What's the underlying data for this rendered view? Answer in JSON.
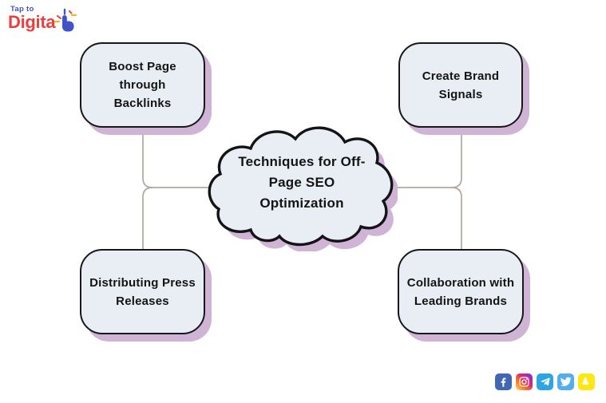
{
  "logo": {
    "tagline": "Tap to",
    "brand": "Digita",
    "icon": "tap-hand-icon",
    "tagline_color": "#4053c8",
    "brand_color": "#ec3f3b",
    "hand_color": "#4053c8",
    "spark_colors": [
      "#e8504a",
      "#f0b429",
      "#4053c8"
    ]
  },
  "center": {
    "label": "Techniques for Off-\nPage SEO\nOptimization"
  },
  "nodes": [
    {
      "position": "top-left",
      "label": "Boost Page through\nBacklinks"
    },
    {
      "position": "top-right",
      "label": "Create Brand\nSignals"
    },
    {
      "position": "bottom-left",
      "label": "Distributing Press\nReleases"
    },
    {
      "position": "bottom-right",
      "label": "Collaboration with\nLeading Brands"
    }
  ],
  "social_icons": [
    {
      "name": "facebook",
      "color": "#4267b2"
    },
    {
      "name": "instagram",
      "color": "gradient(#feda75,#fa7e1e,#d62976,#962fbf,#4f5bd5)"
    },
    {
      "name": "telegram",
      "color": "#2ca5e0"
    },
    {
      "name": "twitter",
      "color": "#55acee"
    },
    {
      "name": "snapchat",
      "color": "#ffe812"
    }
  ],
  "style_colors": {
    "background": "#ffffff",
    "node_fill": "#e9edf4",
    "node_border": "#17171c",
    "drop_shadow": "#d0b4d6",
    "connector_line": "#b2a7a2",
    "text": "#141414"
  }
}
